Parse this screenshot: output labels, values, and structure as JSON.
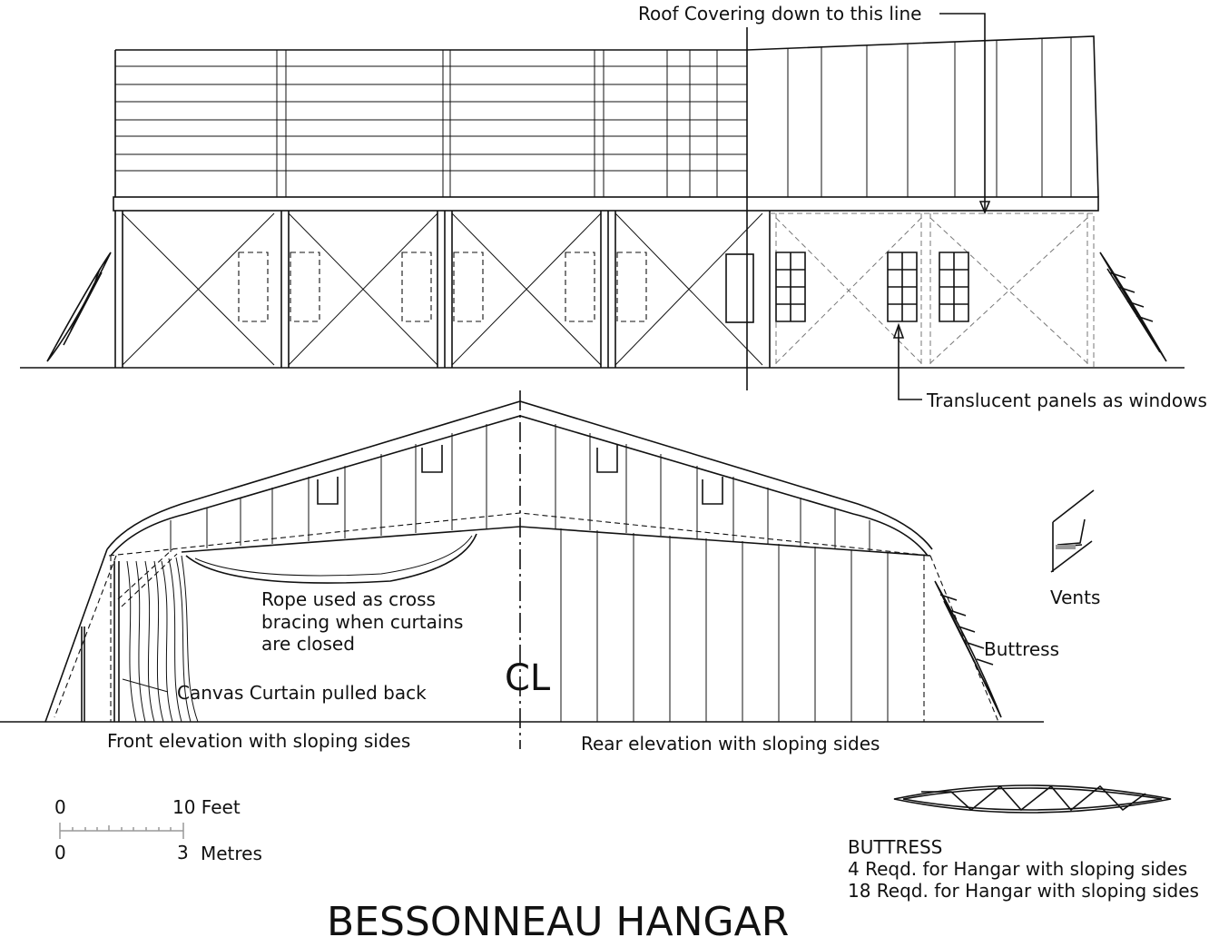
{
  "title": "BESSONNEAU HANGAR",
  "side_elevation": {
    "roof_label": "Roof Covering down to this line",
    "windows_label": "Translucent panels as windows"
  },
  "front_elevation": {
    "rope_label": [
      "Rope used as cross",
      "bracing when curtains",
      "are closed"
    ],
    "curtain_label": "Canvas Curtain pulled back",
    "front_caption": "Front elevation with sloping sides",
    "rear_caption": "Rear elevation with sloping sides",
    "centerline_symbol": "CL",
    "vents_label": "Vents",
    "buttress_label": "Buttress"
  },
  "scale": {
    "feet_zero": "0",
    "feet_max": "10 Feet",
    "metres_zero": "0",
    "metres_max": "3",
    "metres_unit": "Metres"
  },
  "buttress_note": {
    "heading": "BUTTRESS",
    "line1": "4 Reqd. for Hangar with sloping sides",
    "line2": "18 Reqd. for Hangar with sloping sides"
  }
}
